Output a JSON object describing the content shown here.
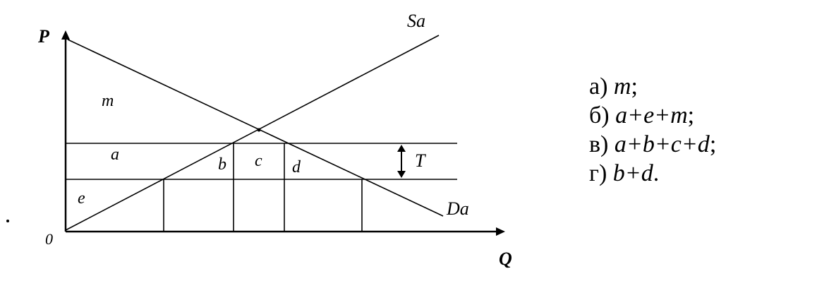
{
  "diagram": {
    "axis_labels": {
      "y": "P",
      "x": "Q",
      "origin": "0"
    },
    "curve_labels": {
      "supply": "Sa",
      "demand": "Da"
    },
    "area_labels": {
      "m": "m",
      "a": "a",
      "b": "b",
      "c": "c",
      "d": "d",
      "e": "e"
    },
    "tariff_label": "T"
  },
  "answers": [
    {
      "letter": "а)",
      "formula": "m",
      "end": ";"
    },
    {
      "letter": "б)",
      "formula": "a+e+m",
      "end": ";"
    },
    {
      "letter": "в)",
      "formula": "a+b+c+d",
      "end": ";"
    },
    {
      "letter": "г)",
      "formula": "b+d",
      "end": "."
    }
  ]
}
